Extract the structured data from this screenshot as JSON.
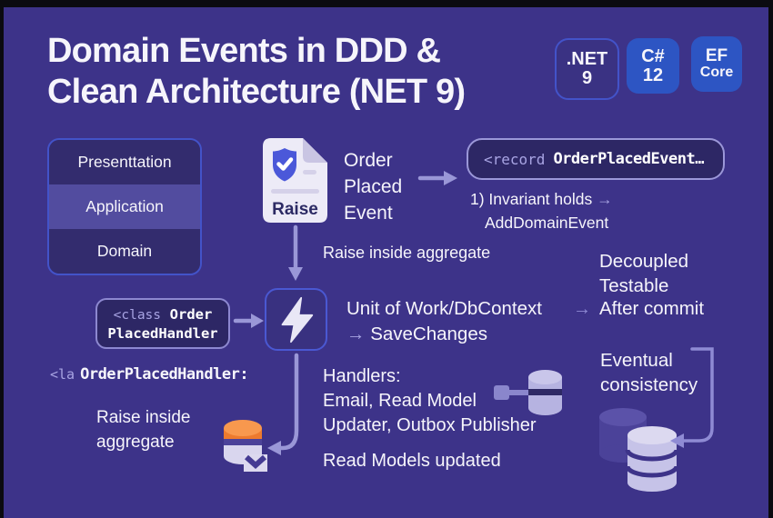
{
  "colors": {
    "background": "#3d3389",
    "frame": "#0b0b10",
    "panel_dark": "#2d2765",
    "row_dark": "#332c6e",
    "row_light": "#524c9f",
    "badge_blue": "#2d55c3",
    "border_blue": "#4353c9",
    "arrow_lavender": "#9a97d7",
    "code_lavender": "#a8a4e3",
    "text_white": "#f6f5fb",
    "orange_top": "#f8984e",
    "orange_band": "#ed7a2e"
  },
  "header": {
    "title": "Domain Events in DDD &\nClean Architecture (NET 9)",
    "badges": [
      {
        "line1": ".NET",
        "line2": "9"
      },
      {
        "line1": "C#",
        "line2": "12"
      },
      {
        "line1": "EF",
        "line2": "Core"
      }
    ]
  },
  "layers": {
    "items": [
      {
        "label": "Presenttation"
      },
      {
        "label": "Application"
      },
      {
        "label": "Domain"
      }
    ]
  },
  "doc_icon": {
    "label": "Raise"
  },
  "event": {
    "text": "Order\nPlaced\nEvent"
  },
  "record_box": {
    "keyword": "<record",
    "name": "OrderPlacedEvent…"
  },
  "invariant": {
    "line1": "1) Invariant holds",
    "arrow": "→",
    "line2": "AddDomainEvent"
  },
  "mid": {
    "raise_inside": "Raise inside aggregate",
    "unit_of_work": "Unit of Work/DbContext",
    "arrow": "→",
    "after_commit": "After commit",
    "save_changes": "SaveChanges",
    "decoupled": "Decoupled",
    "testable": "Testable"
  },
  "class_box": {
    "keyword": "<class",
    "name_line1": "Order",
    "name_line2": "PlacedHandler"
  },
  "lambda": {
    "keyword": "<la",
    "name": "OrderPlacedHandler:"
  },
  "bottom": {
    "raise_inside": "Raise inside\naggregate",
    "handlers": "Handlers:\nEmail, Read Model\nUpdater, Outbox Publisher",
    "read_models": "Read Models updated",
    "eventual": "Eventual\nconsistency"
  }
}
